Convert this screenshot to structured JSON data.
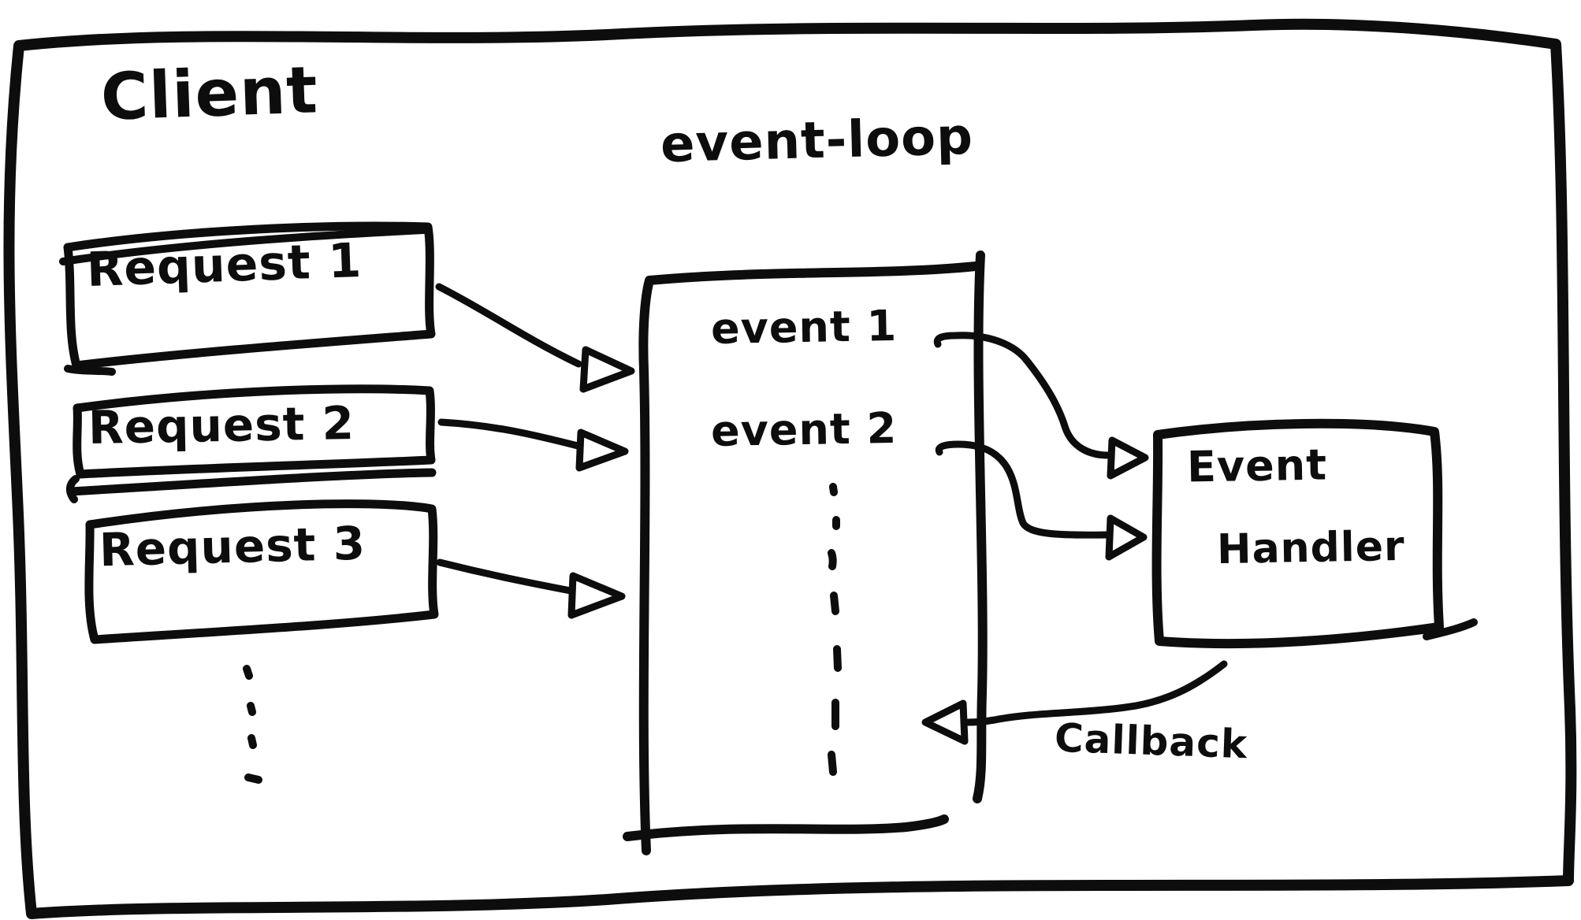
{
  "diagram": {
    "client_label": "Client",
    "event_loop_label": "event-loop",
    "requests": [
      {
        "label": "Request 1"
      },
      {
        "label": "Request 2"
      },
      {
        "label": "Request 3"
      }
    ],
    "events": [
      {
        "label": "event 1"
      },
      {
        "label": "event 2"
      }
    ],
    "handler": {
      "line1": "Event",
      "line2": "Handler"
    },
    "callback_label": "Callback",
    "colors": {
      "ink": "#0d0d0d",
      "background": "#ffffff"
    }
  }
}
